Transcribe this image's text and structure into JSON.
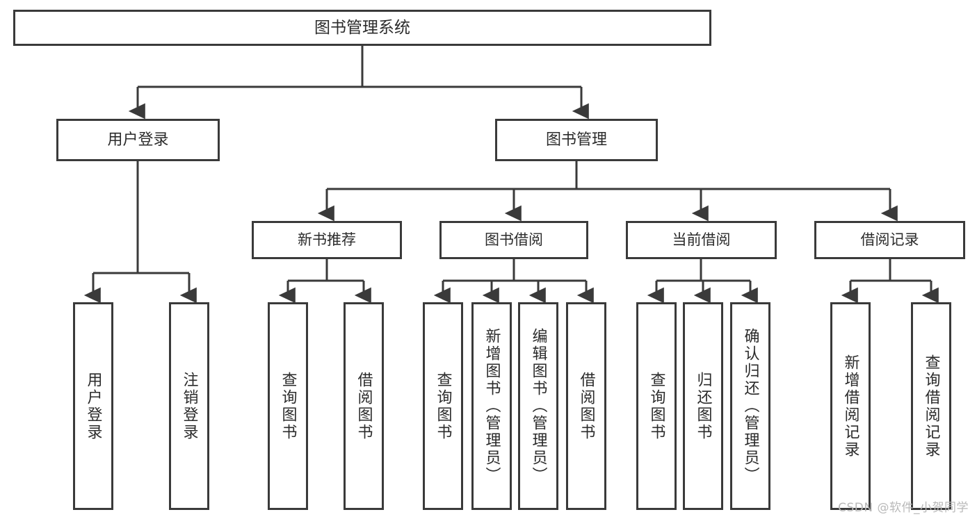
{
  "diagram": {
    "title": "图书管理系统",
    "type": "tree",
    "watermark": "CSDN @软件_小贺同学",
    "colors": {
      "box_border": "#3a3a3a",
      "box_fill": "#ffffff",
      "edge": "#3a3a3a",
      "text": "#2b2b2b",
      "watermark": "#b9b9b9",
      "background": "#ffffff"
    },
    "root": {
      "label": "图书管理系统"
    },
    "level2": [
      {
        "label": "用户登录"
      },
      {
        "label": "图书管理"
      }
    ],
    "level3": [
      {
        "label": "新书推荐"
      },
      {
        "label": "图书借阅"
      },
      {
        "label": "当前借阅"
      },
      {
        "label": "借阅记录"
      }
    ],
    "leaves": {
      "user_login": [
        {
          "label": "用户登录"
        },
        {
          "label": "注销登录"
        }
      ],
      "new_book_recommend": [
        {
          "label": "查询图书"
        },
        {
          "label": "借阅图书"
        }
      ],
      "book_borrow": [
        {
          "label": "查询图书"
        },
        {
          "label": "新增图书（管理员）"
        },
        {
          "label": "编辑图书（管理员）"
        },
        {
          "label": "借阅图书"
        }
      ],
      "current_borrow": [
        {
          "label": "查询图书"
        },
        {
          "label": "归还图书"
        },
        {
          "label": "确认归还（管理员）"
        }
      ],
      "borrow_record": [
        {
          "label": "新增借阅记录"
        },
        {
          "label": "查询借阅记录"
        }
      ]
    }
  }
}
